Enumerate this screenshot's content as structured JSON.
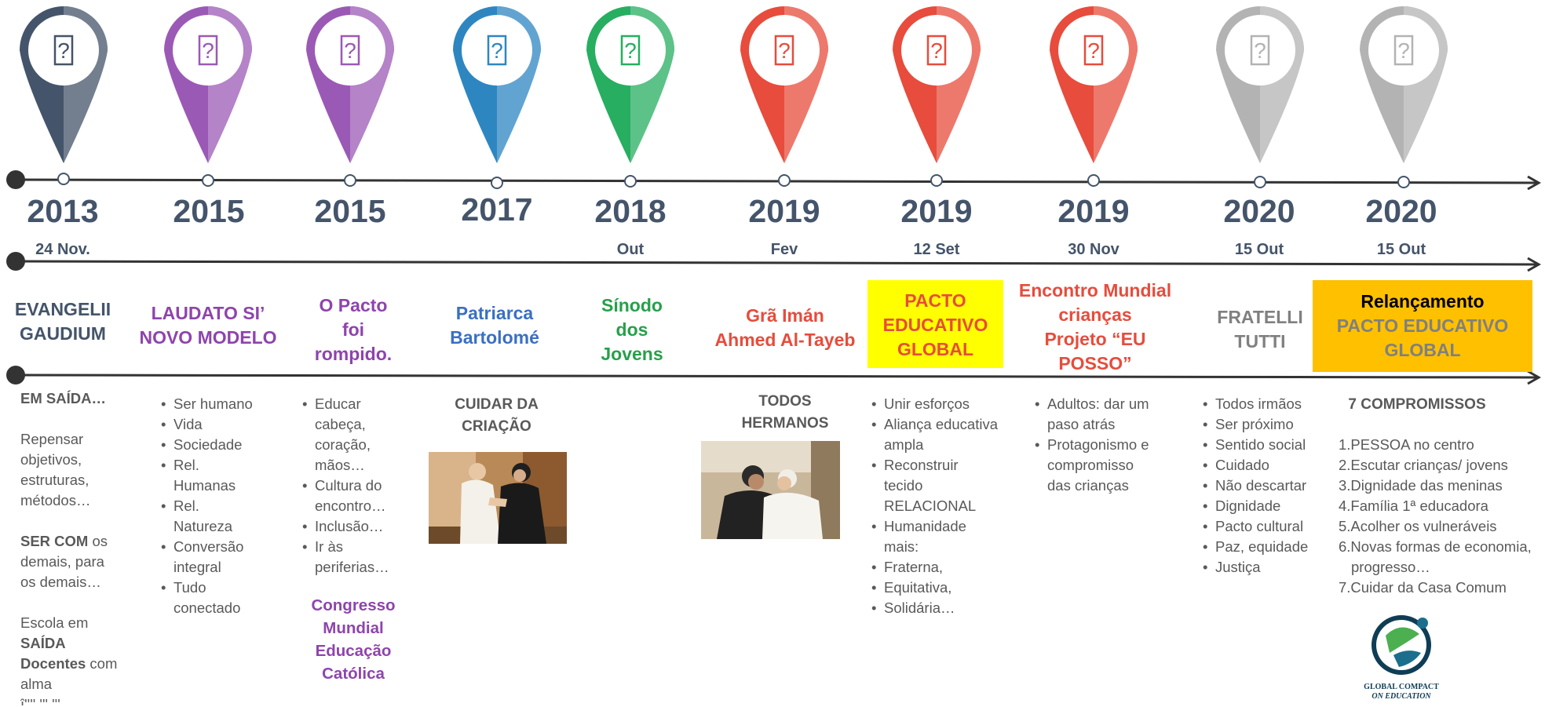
{
  "pins": [
    {
      "icon": "image-placeholder-icon",
      "glyph": "?",
      "color": "#44546a"
    },
    {
      "icon": "image-placeholder-icon",
      "glyph": "?",
      "color": "#9b59b6"
    },
    {
      "icon": "image-placeholder-icon",
      "glyph": "?",
      "color": "#9b59b6"
    },
    {
      "icon": "image-placeholder-icon",
      "glyph": "?",
      "color": "#2e86c1"
    },
    {
      "icon": "image-placeholder-icon",
      "glyph": "?",
      "color": "#27ae60"
    },
    {
      "icon": "image-placeholder-icon",
      "glyph": "?",
      "color": "#e74c3c"
    },
    {
      "icon": "image-placeholder-icon",
      "glyph": "?",
      "color": "#e74c3c"
    },
    {
      "icon": "image-placeholder-icon",
      "glyph": "?",
      "color": "#e74c3c"
    },
    {
      "icon": "image-placeholder-icon",
      "glyph": "?",
      "color": "#b3b3b3"
    },
    {
      "icon": "image-placeholder-icon",
      "glyph": "?",
      "color": "#b3b3b3"
    }
  ],
  "years": [
    "2013",
    "2015",
    "2015",
    "2017",
    "2018",
    "2019",
    "2019",
    "2019",
    "2020",
    "2020"
  ],
  "dates": [
    "24 Nov.",
    "",
    "",
    "",
    "Out",
    "Fev",
    "12 Set",
    "30 Nov",
    "15 Out",
    "15 Out"
  ],
  "titles": {
    "t0": {
      "l1": "EVANGELII",
      "l2": "GAUDIUM"
    },
    "t1": {
      "l1": "LAUDATO SI’",
      "l2": "NOVO MODELO"
    },
    "t2": {
      "l1": "O Pacto",
      "l2": "foi",
      "l3": "rompido."
    },
    "t3": {
      "l1": "Patriarca",
      "l2": "Bartolomé"
    },
    "t4": {
      "l1": "Sínodo",
      "l2": "dos",
      "l3": "Jovens"
    },
    "t5": {
      "l1": "Grã Imán",
      "l2": "Ahmed Al-Tayeb"
    },
    "t6": {
      "l1": "PACTO",
      "l2": "EDUCATIVO",
      "l3": "GLOBAL"
    },
    "t7": {
      "l1": "Encontro Mundial",
      "l2": "crianças",
      "l3": "Projeto “EU",
      "l4": "POSSO”"
    },
    "t8": {
      "l1": "FRATELLI",
      "l2": "TUTTI"
    },
    "t9": {
      "l1": "Relançamento",
      "l2": "PACTO EDUCATIVO",
      "l3": "GLOBAL"
    }
  },
  "col0": {
    "p1": "EM SAÍDA…",
    "p2a": "Repensar",
    "p2b": "objetivos,",
    "p2c": "estruturas,",
    "p2d": "métodos…",
    "p3bold": "SER COM",
    "p3a": " os",
    "p3b": "demais, para",
    "p3c": "os demais…",
    "p4a": "Escola em",
    "p4bold1": "SAÍDA",
    "p4bold2": "Docentes",
    "p4b": " com",
    "p4c": "alma",
    "p5": "î'''' ''' ''' "
  },
  "col1": [
    "Ser humano",
    "Vida",
    "Sociedade",
    "Rel. Humanas",
    "Rel. Natureza",
    "Conversão integral",
    "Tudo conectado"
  ],
  "col2": {
    "items": [
      "Educar cabeça, coração, mãos…",
      "Cultura do encontro…",
      "Inclusão…",
      "Ir às periferias…"
    ],
    "congress": {
      "l1": "Congresso",
      "l2": "Mundial",
      "l3": "Educação",
      "l4": "Católica"
    }
  },
  "col3": {
    "heading_l1": "CUIDAR DA",
    "heading_l2": "CRIAÇÃO"
  },
  "col5": {
    "heading_l1": "TODOS",
    "heading_l2": "HERMANOS"
  },
  "col6": [
    "Unir esforços",
    "Aliança educativa ampla",
    "Reconstruir tecido RELACIONAL",
    "Humanidade mais:",
    "Fraterna,",
    "Equitativa,",
    "Solidária…"
  ],
  "col7": [
    "Adultos: dar um paso atrás",
    "Protagonismo e compromisso das crianças"
  ],
  "col8": [
    "Todos irmãos",
    "Ser próximo",
    "Sentido social",
    "Cuidado",
    "Não descartar",
    "Dignidade",
    "Pacto cultural",
    "Paz, equidade",
    "Justiça"
  ],
  "col9": {
    "heading": "7 COMPROMISSOS",
    "items": [
      "1.PESSOA no centro",
      "2.Escutar crianças/ jovens",
      "3.Dignidade das meninas",
      "4.Família 1ª educadora",
      "5.Acolher os vulneráveis",
      "6.Novas formas de economia, progresso…",
      "7.Cuidar da Casa Comum"
    ]
  },
  "logo": {
    "l1": "GLOBAL COMPACT",
    "l2": "ON EDUCATION"
  },
  "colors": {
    "axis": "#333333",
    "year": "#44546a",
    "purple": "#8e44ad",
    "blue": "#3a6fc4",
    "green": "#27a04a",
    "red": "#e74c3c",
    "grey": "#808080",
    "yellow": "#ffff00",
    "orange": "#ffc000"
  }
}
